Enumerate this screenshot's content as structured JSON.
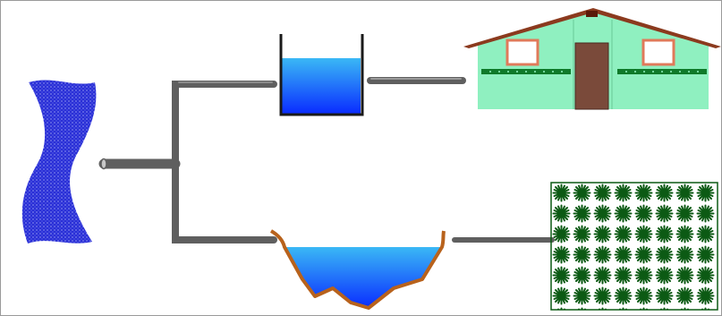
{
  "diagram": {
    "nodes": [
      {
        "id": "water-source",
        "icon": "wavy-water-icon"
      },
      {
        "id": "storage-tank",
        "icon": "water-tank-icon"
      },
      {
        "id": "house",
        "icon": "house-icon"
      },
      {
        "id": "reservoir",
        "icon": "pond-icon"
      },
      {
        "id": "crop-field",
        "icon": "plant-field-icon"
      }
    ],
    "edges": [
      {
        "from": "water-source",
        "to": "storage-tank"
      },
      {
        "from": "water-source",
        "to": "reservoir"
      },
      {
        "from": "storage-tank",
        "to": "house"
      },
      {
        "from": "reservoir",
        "to": "crop-field"
      }
    ]
  },
  "colors": {
    "border": "#9a9a9a",
    "pipe": "#5f5f5f",
    "water_light": "#3ab8f5",
    "water_dark": "#0a2cff",
    "source_water": "#2a2fd6",
    "tank_wall": "#1a1a1a",
    "house_wall": "#8ff0c0",
    "house_roof": "#8b3a1e",
    "house_door": "#7a4a3a",
    "house_trim": "#0f7a2a",
    "earth": "#b8621c",
    "field_bg": "#ffffff",
    "plant": "#0c5a14"
  }
}
